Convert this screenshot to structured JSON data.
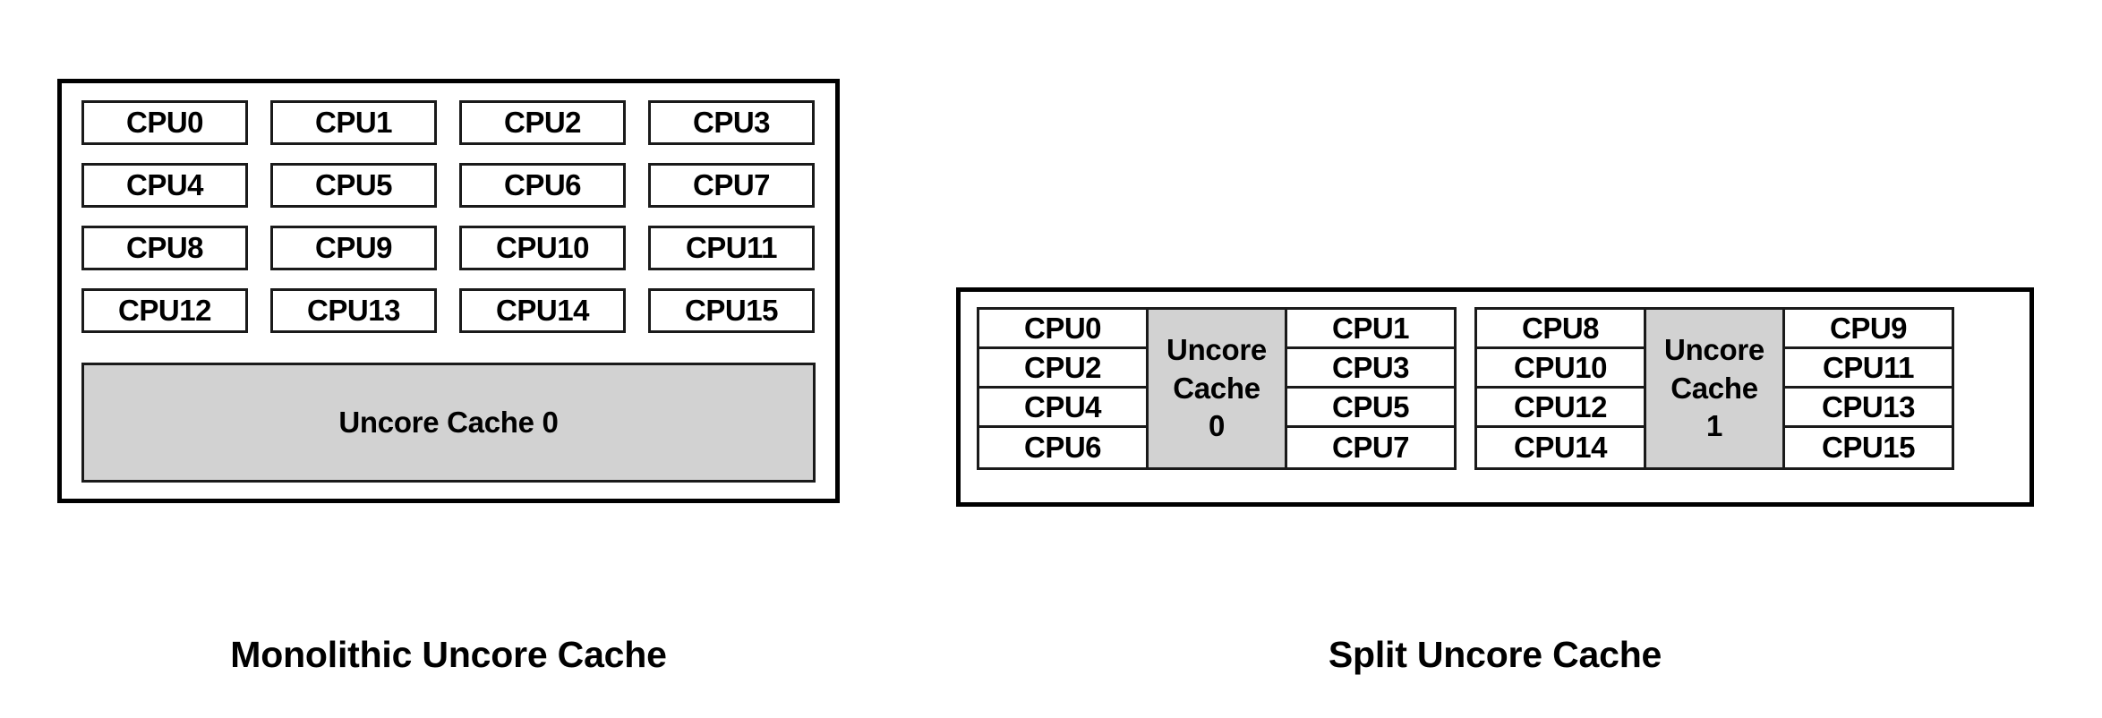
{
  "diagram": {
    "title_left": "Monolithic Uncore Cache",
    "title_right": "Split Uncore Cache",
    "colors": {
      "cache_fill": "#d2d2d2",
      "border": "#000000",
      "cpu_fill": "#ffffff",
      "text": "#000000"
    }
  },
  "monolithic": {
    "caption": "Monolithic Uncore Cache",
    "cpus": [
      "CPU0",
      "CPU1",
      "CPU2",
      "CPU3",
      "CPU4",
      "CPU5",
      "CPU6",
      "CPU7",
      "CPU8",
      "CPU9",
      "CPU10",
      "CPU11",
      "CPU12",
      "CPU13",
      "CPU14",
      "CPU15"
    ],
    "cache_label": "Uncore Cache 0",
    "cache_count": 1,
    "cpu_count": 16
  },
  "split": {
    "caption": "Split Uncore Cache",
    "cpu_count": 16,
    "cache_count": 2,
    "clusters": [
      {
        "left_column": [
          "CPU0",
          "CPU2",
          "CPU4",
          "CPU6"
        ],
        "cache_line1": "Uncore",
        "cache_line2": "Cache",
        "cache_line3": "0",
        "right_column": [
          "CPU1",
          "CPU3",
          "CPU5",
          "CPU7"
        ]
      },
      {
        "left_column": [
          "CPU8",
          "CPU10",
          "CPU12",
          "CPU14"
        ],
        "cache_line1": "Uncore",
        "cache_line2": "Cache",
        "cache_line3": "1",
        "right_column": [
          "CPU9",
          "CPU11",
          "CPU13",
          "CPU15"
        ]
      }
    ]
  }
}
